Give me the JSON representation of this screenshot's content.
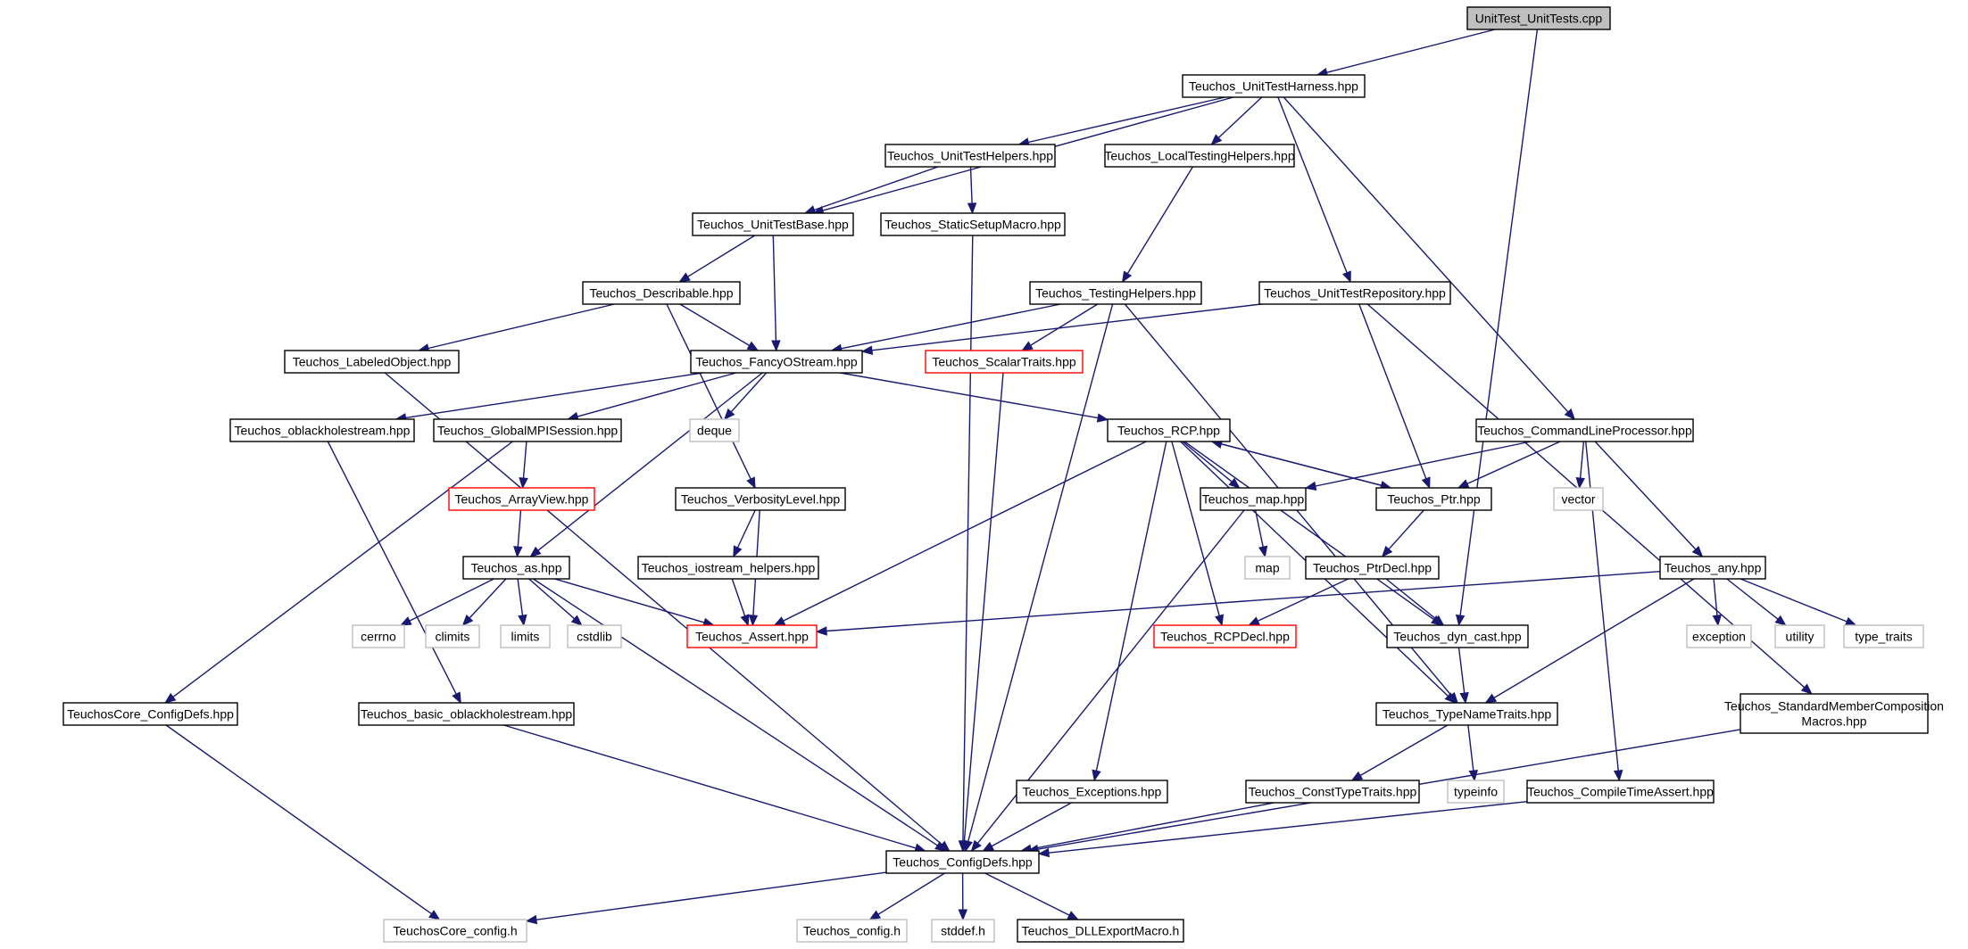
{
  "colors": {
    "edge": "#191970",
    "node_border": "#000000",
    "node_fill": "#ffffff",
    "root_fill": "#bfbfbf",
    "external_border": "#bfbfbf",
    "truncated_border": "#ff0000"
  },
  "nodes": [
    {
      "id": "n0",
      "label": "UnitTest_UnitTests.cpp",
      "kind": "root"
    },
    {
      "id": "n1",
      "label": "Teuchos_UnitTestHarness.hpp",
      "kind": "normal"
    },
    {
      "id": "n2",
      "label": "Teuchos_UnitTestHelpers.hpp",
      "kind": "normal"
    },
    {
      "id": "n3",
      "label": "Teuchos_LocalTestingHelpers.hpp",
      "kind": "normal"
    },
    {
      "id": "n4",
      "label": "Teuchos_UnitTestBase.hpp",
      "kind": "normal"
    },
    {
      "id": "n5",
      "label": "Teuchos_StaticSetupMacro.hpp",
      "kind": "normal"
    },
    {
      "id": "n6",
      "label": "Teuchos_Describable.hpp",
      "kind": "normal"
    },
    {
      "id": "n7",
      "label": "Teuchos_TestingHelpers.hpp",
      "kind": "normal"
    },
    {
      "id": "n8",
      "label": "Teuchos_UnitTestRepository.hpp",
      "kind": "normal"
    },
    {
      "id": "n9",
      "label": "Teuchos_LabeledObject.hpp",
      "kind": "normal"
    },
    {
      "id": "n10",
      "label": "Teuchos_FancyOStream.hpp",
      "kind": "normal"
    },
    {
      "id": "n11",
      "label": "Teuchos_ScalarTraits.hpp",
      "kind": "truncated"
    },
    {
      "id": "n12",
      "label": "Teuchos_oblackholestream.hpp",
      "kind": "normal"
    },
    {
      "id": "n13",
      "label": "Teuchos_GlobalMPISession.hpp",
      "kind": "normal"
    },
    {
      "id": "n14",
      "label": "deque",
      "kind": "external"
    },
    {
      "id": "n15",
      "label": "Teuchos_RCP.hpp",
      "kind": "normal"
    },
    {
      "id": "n16",
      "label": "Teuchos_CommandLineProcessor.hpp",
      "kind": "normal"
    },
    {
      "id": "n17",
      "label": "Teuchos_ArrayView.hpp",
      "kind": "truncated"
    },
    {
      "id": "n18",
      "label": "Teuchos_VerbosityLevel.hpp",
      "kind": "normal"
    },
    {
      "id": "n19",
      "label": "Teuchos_map.hpp",
      "kind": "normal"
    },
    {
      "id": "n20",
      "label": "Teuchos_Ptr.hpp",
      "kind": "normal"
    },
    {
      "id": "n21",
      "label": "vector",
      "kind": "external"
    },
    {
      "id": "n22",
      "label": "Teuchos_as.hpp",
      "kind": "normal"
    },
    {
      "id": "n23",
      "label": "Teuchos_iostream_helpers.hpp",
      "kind": "normal"
    },
    {
      "id": "n24",
      "label": "map",
      "kind": "external"
    },
    {
      "id": "n25",
      "label": "Teuchos_PtrDecl.hpp",
      "kind": "normal"
    },
    {
      "id": "n26",
      "label": "Teuchos_any.hpp",
      "kind": "normal"
    },
    {
      "id": "n27",
      "label": "cerrno",
      "kind": "external"
    },
    {
      "id": "n28",
      "label": "climits",
      "kind": "external"
    },
    {
      "id": "n29",
      "label": "limits",
      "kind": "external"
    },
    {
      "id": "n30",
      "label": "cstdlib",
      "kind": "external"
    },
    {
      "id": "n31",
      "label": "Teuchos_Assert.hpp",
      "kind": "truncated"
    },
    {
      "id": "n32",
      "label": "Teuchos_RCPDecl.hpp",
      "kind": "truncated"
    },
    {
      "id": "n33",
      "label": "Teuchos_dyn_cast.hpp",
      "kind": "normal"
    },
    {
      "id": "n34",
      "label": "exception",
      "kind": "external"
    },
    {
      "id": "n35",
      "label": "utility",
      "kind": "external"
    },
    {
      "id": "n36",
      "label": "type_traits",
      "kind": "external"
    },
    {
      "id": "n37",
      "label": "TeuchosCore_ConfigDefs.hpp",
      "kind": "normal"
    },
    {
      "id": "n38",
      "label": "Teuchos_basic_oblackholestream.hpp",
      "kind": "normal"
    },
    {
      "id": "n39",
      "label": "Teuchos_TypeNameTraits.hpp",
      "kind": "normal"
    },
    {
      "id": "n40",
      "label": [
        "Teuchos_StandardMemberComposition",
        "Macros.hpp"
      ],
      "kind": "normal"
    },
    {
      "id": "n41",
      "label": "Teuchos_Exceptions.hpp",
      "kind": "normal"
    },
    {
      "id": "n42",
      "label": "Teuchos_ConstTypeTraits.hpp",
      "kind": "normal"
    },
    {
      "id": "n43",
      "label": "typeinfo",
      "kind": "external"
    },
    {
      "id": "n44",
      "label": "Teuchos_CompileTimeAssert.hpp",
      "kind": "normal"
    },
    {
      "id": "n45",
      "label": "Teuchos_ConfigDefs.hpp",
      "kind": "normal"
    },
    {
      "id": "n46",
      "label": "TeuchosCore_config.h",
      "kind": "external"
    },
    {
      "id": "n47",
      "label": "Teuchos_config.h",
      "kind": "external"
    },
    {
      "id": "n48",
      "label": "stddef.h",
      "kind": "external"
    },
    {
      "id": "n49",
      "label": "Teuchos_DLLExportMacro.h",
      "kind": "normal"
    }
  ],
  "edges": [
    [
      "n0",
      "n1"
    ],
    [
      "n0",
      "n33"
    ],
    [
      "n1",
      "n2"
    ],
    [
      "n1",
      "n3"
    ],
    [
      "n1",
      "n4"
    ],
    [
      "n1",
      "n8"
    ],
    [
      "n1",
      "n16"
    ],
    [
      "n2",
      "n4"
    ],
    [
      "n2",
      "n5"
    ],
    [
      "n3",
      "n7"
    ],
    [
      "n4",
      "n6"
    ],
    [
      "n4",
      "n10"
    ],
    [
      "n5",
      "n45"
    ],
    [
      "n6",
      "n9"
    ],
    [
      "n6",
      "n10"
    ],
    [
      "n6",
      "n18"
    ],
    [
      "n7",
      "n10"
    ],
    [
      "n7",
      "n11"
    ],
    [
      "n7",
      "n45"
    ],
    [
      "n7",
      "n39"
    ],
    [
      "n8",
      "n10"
    ],
    [
      "n8",
      "n20"
    ],
    [
      "n8",
      "n40"
    ],
    [
      "n9",
      "n45"
    ],
    [
      "n10",
      "n12"
    ],
    [
      "n10",
      "n13"
    ],
    [
      "n10",
      "n14"
    ],
    [
      "n10",
      "n22"
    ],
    [
      "n10",
      "n15"
    ],
    [
      "n11",
      "n45"
    ],
    [
      "n12",
      "n38"
    ],
    [
      "n13",
      "n17"
    ],
    [
      "n13",
      "n37"
    ],
    [
      "n15",
      "n19"
    ],
    [
      "n15",
      "n20"
    ],
    [
      "n15",
      "n31"
    ],
    [
      "n15",
      "n32"
    ],
    [
      "n15",
      "n33"
    ],
    [
      "n15",
      "n41"
    ],
    [
      "n15",
      "n39"
    ],
    [
      "n16",
      "n19"
    ],
    [
      "n16",
      "n20"
    ],
    [
      "n16",
      "n21"
    ],
    [
      "n16",
      "n26"
    ],
    [
      "n16",
      "n44"
    ],
    [
      "n17",
      "n22"
    ],
    [
      "n18",
      "n23"
    ],
    [
      "n18",
      "n31"
    ],
    [
      "n19",
      "n24"
    ],
    [
      "n19",
      "n45"
    ],
    [
      "n20",
      "n15"
    ],
    [
      "n20",
      "n25"
    ],
    [
      "n22",
      "n27"
    ],
    [
      "n22",
      "n28"
    ],
    [
      "n22",
      "n29"
    ],
    [
      "n22",
      "n30"
    ],
    [
      "n22",
      "n31"
    ],
    [
      "n22",
      "n45"
    ],
    [
      "n23",
      "n31"
    ],
    [
      "n25",
      "n32"
    ],
    [
      "n25",
      "n33"
    ],
    [
      "n26",
      "n31"
    ],
    [
      "n26",
      "n34"
    ],
    [
      "n26",
      "n35"
    ],
    [
      "n26",
      "n36"
    ],
    [
      "n26",
      "n39"
    ],
    [
      "n33",
      "n39"
    ],
    [
      "n37",
      "n46"
    ],
    [
      "n38",
      "n45"
    ],
    [
      "n39",
      "n42"
    ],
    [
      "n39",
      "n43"
    ],
    [
      "n40",
      "n45"
    ],
    [
      "n41",
      "n45"
    ],
    [
      "n42",
      "n45"
    ],
    [
      "n44",
      "n45"
    ],
    [
      "n45",
      "n46"
    ],
    [
      "n45",
      "n47"
    ],
    [
      "n45",
      "n48"
    ],
    [
      "n45",
      "n49"
    ]
  ]
}
